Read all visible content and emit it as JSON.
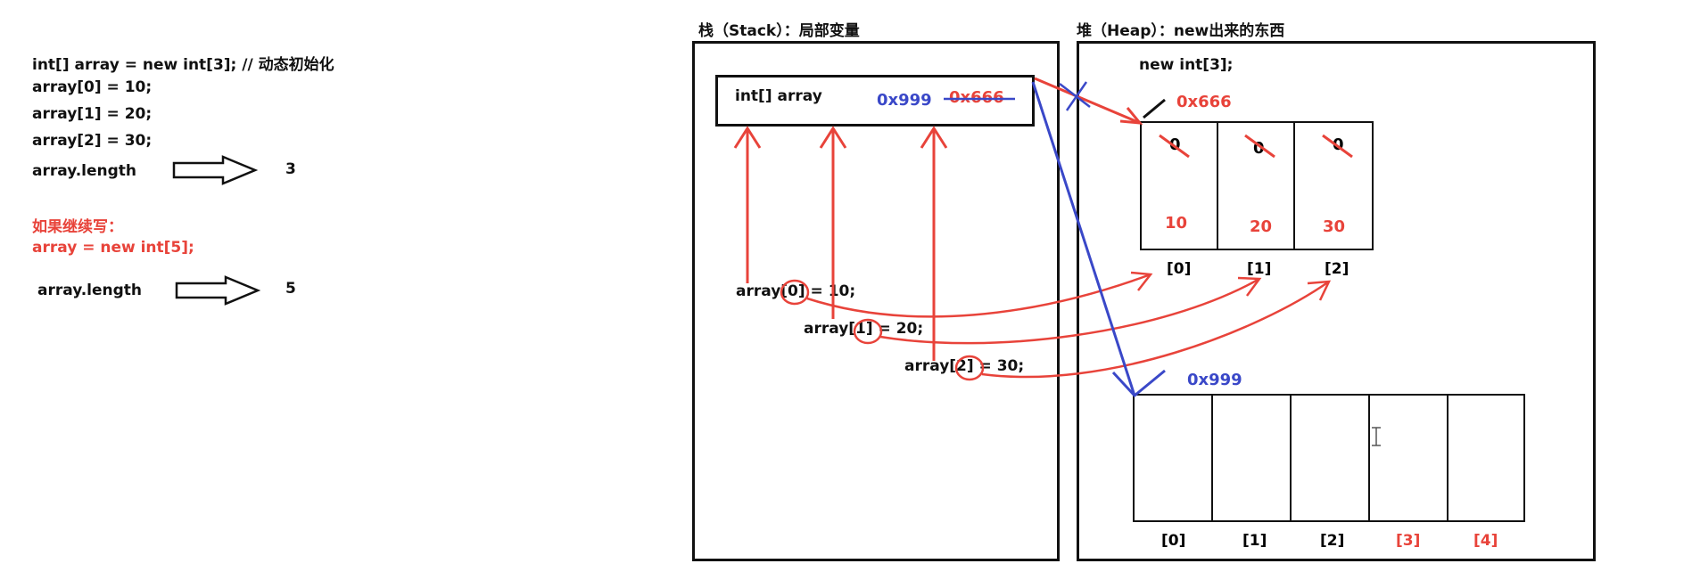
{
  "left_code": {
    "line1": "int[] array = new int[3]; // 动态初始化",
    "line2": "array[0] = 10;",
    "line3": "array[1] = 20;",
    "line4": "array[2] = 30;",
    "length_label": "array.length",
    "length_value": "3",
    "continue_note": "如果继续写：",
    "reassign": "array = new int[5];",
    "length_label2": "array.length",
    "length_value2": "5"
  },
  "stack": {
    "title": "栈（Stack）：局部变量",
    "var_label": "int[] array",
    "new_addr": "0x999",
    "old_addr": "0x666",
    "assign0": "array[0] = 10;",
    "assign1": "array[1] = 20;",
    "assign2": "array[2] = 30;"
  },
  "heap": {
    "title": "堆（Heap）：new出来的东西",
    "new_expr": "new int[3];",
    "array1_addr": "0x666",
    "array1_old": [
      "0",
      "0",
      "0"
    ],
    "array1_values": [
      "10",
      "20",
      "30"
    ],
    "array1_indices": [
      "[0]",
      "[1]",
      "[2]"
    ],
    "array2_addr": "0x999",
    "array2_indices": [
      "[0]",
      "[1]",
      "[2]",
      "[3]",
      "[4]"
    ]
  },
  "colors": {
    "red": "#e8433a",
    "blue": "#3a48c8",
    "black": "#111111"
  }
}
